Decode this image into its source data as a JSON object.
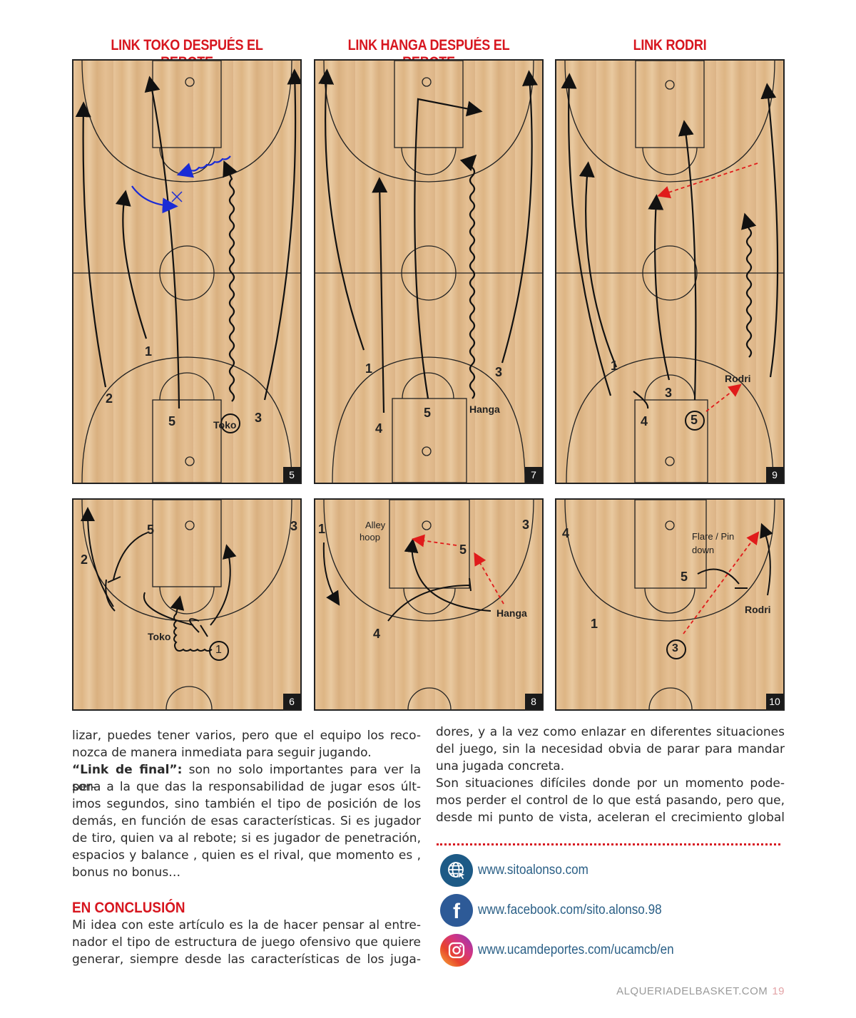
{
  "panels_top": [
    {
      "title": "LINK TOKO DESPUÉS EL REBOTE",
      "number": "5",
      "labels": [
        "1",
        "2",
        "5",
        "Toko",
        "3"
      ]
    },
    {
      "title": "LINK HANGA DESPUÉS EL REBOTE",
      "number": "7",
      "labels": [
        "1",
        "4",
        "5",
        "Hanga",
        "3"
      ]
    },
    {
      "title": "LINK RODRI",
      "number": "9",
      "labels": [
        "1",
        "3",
        "4",
        "5",
        "Rodri"
      ]
    }
  ],
  "panels_bottom": [
    {
      "number": "6",
      "labels": [
        "5",
        "3",
        "2",
        "Toko",
        "1"
      ]
    },
    {
      "number": "8",
      "labels": [
        "1",
        "Alley",
        "hoop",
        "3",
        "5",
        "Hanga",
        "4"
      ]
    },
    {
      "number": "10",
      "labels": [
        "4",
        "Flare / Pin",
        "down",
        "5",
        "Rodri",
        "1",
        "3"
      ]
    }
  ],
  "left_column": {
    "p1": [
      "lizar, puedes tener varios, pero que el equipo los reco-",
      "nozca de manera inmediata para seguir jugando."
    ],
    "p2_label": "“Link de final”:",
    "p2_first": " son no solo importantes para ver la per-",
    "p2": [
      "sona a la que das la responsabilidad de jugar esos últ-",
      "imos segundos, sino también el tipo de posición de los",
      "demás, en función de esas características. Si es jugador",
      "de tiro, quien va al rebote; si es jugador de penetración,",
      "espacios y balance , quien es el rival, que momento es ,",
      "bonus no bonus…"
    ],
    "heading": "EN CONCLUSIÓN",
    "p3": [
      "Mi idea con este artículo es la de hacer pensar al entre-",
      "nador el tipo de estructura de juego ofensivo que quiere",
      "generar, siempre desde las características de los juga-"
    ]
  },
  "right_column": {
    "p1": [
      "dores, y a la vez como enlazar en diferentes situaciones",
      "del juego, sin la necesidad obvia de parar para mandar",
      "una jugada concreta."
    ],
    "p2": [
      "Son situaciones difíciles donde por un momento pode-",
      "mos perder el control de lo que está pasando, pero que,",
      "desde mi punto de vista, aceleran el crecimiento global"
    ]
  },
  "social": {
    "web": {
      "icon": "globe-cursor-icon",
      "url": "www.sitoalonso.com",
      "color": "#1d5a86"
    },
    "facebook": {
      "icon": "facebook-icon",
      "url": "www.facebook.com/sito.alonso.98",
      "color": "#2d5a97"
    },
    "instagram": {
      "icon": "instagram-icon",
      "url": "www.ucamdeportes.com/ucamcb/en",
      "color": "#d33582"
    }
  },
  "footer": {
    "site": "ALQUERIADELBASKET.COM",
    "page": "19"
  },
  "colors": {
    "accent_red": "#d7161f",
    "link_blue": "#2a5f86"
  }
}
